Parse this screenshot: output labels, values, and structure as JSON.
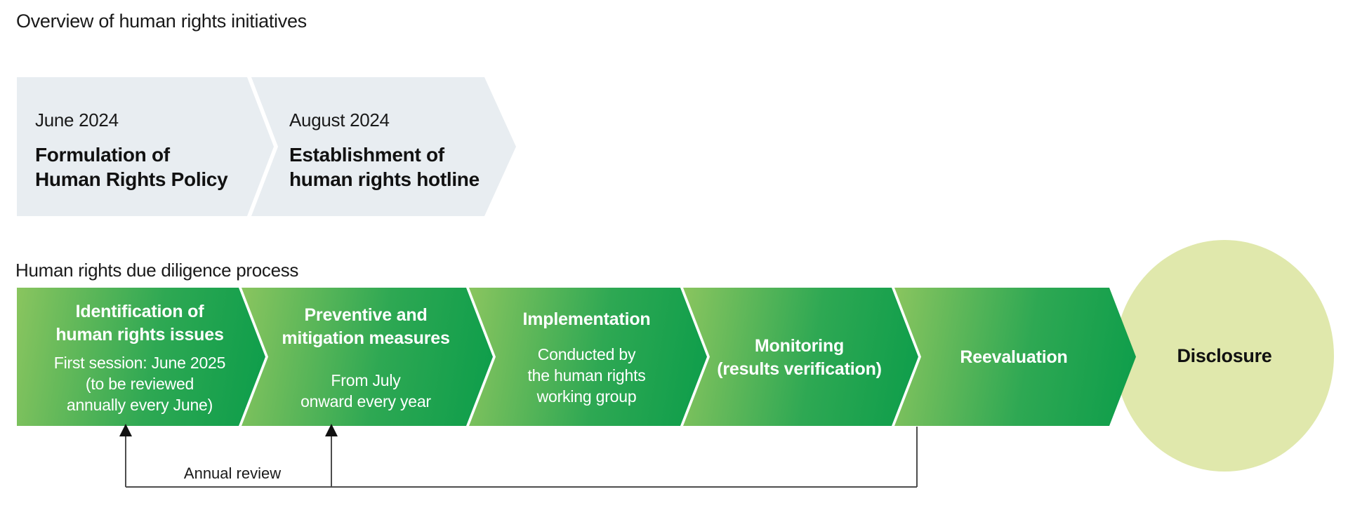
{
  "page": {
    "title": "Overview of human rights initiatives"
  },
  "timeline": {
    "steps": [
      {
        "date": "June 2024",
        "title": [
          "Formulation of",
          "Human Rights Policy"
        ]
      },
      {
        "date": "August 2024",
        "title": [
          "Establishment of",
          "human rights hotline"
        ]
      }
    ]
  },
  "process": {
    "label": "Human rights due diligence process",
    "steps": [
      {
        "title": [
          "Identification of",
          "human rights issues"
        ],
        "subtitle": [
          "First session: June 2025",
          "(to be reviewed",
          "annually every June)"
        ]
      },
      {
        "title": [
          "Preventive and",
          "mitigation measures"
        ],
        "subtitle": [
          "From July",
          "onward every year"
        ]
      },
      {
        "title": [
          "Implementation"
        ],
        "subtitle": [
          "Conducted by",
          "the human rights",
          "working group"
        ]
      },
      {
        "title": [
          "Monitoring",
          "(results verification)"
        ],
        "subtitle": []
      },
      {
        "title": [
          "Reevaluation"
        ],
        "subtitle": []
      }
    ],
    "final_step": {
      "label": "Disclosure"
    },
    "annotation": {
      "label": "Annual review"
    }
  },
  "colors": {
    "ink": "#1a1a1a",
    "timeline_fill": "#e8edf1",
    "g_start": "#8ac55f",
    "g_mid": "#2ea853",
    "g_end": "#0c9d4a",
    "process_text": "#ffffff",
    "circle_fill": "#e0e8ac",
    "bracket": "#4d4d4d"
  }
}
